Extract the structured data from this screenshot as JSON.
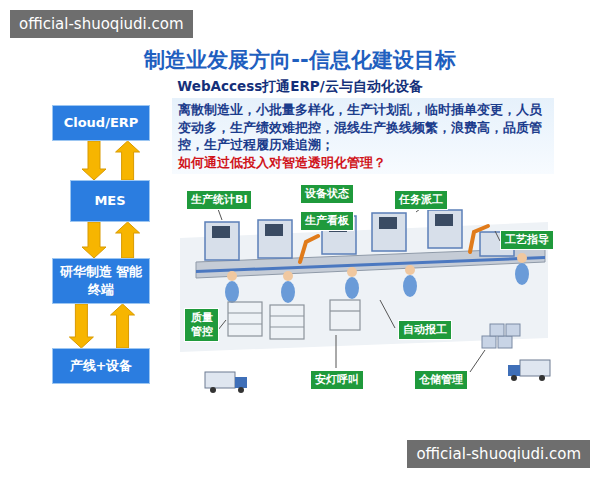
{
  "diagram": {
    "title": "制造业发展方向--信息化建设目标",
    "nodes": [
      {
        "text": [
          "Cloud/ERP"
        ]
      },
      {
        "text": [
          "MES"
        ]
      },
      {
        "text": [
          "研华制造 智能终端"
        ]
      },
      {
        "text": [
          "产线+设备"
        ]
      },
      {
        "text": [
          "离散制造业，小批量多样化，生产计划乱，临时插单变更，人员变动多，生产绩效难把控，混线生产换线频繁，浪费高，品质管控，生产过程履历难追溯；",
          "如何通过低投入对智造透明化管理？"
        ]
      },
      {
        "text": [
          "生产统计BI"
        ]
      },
      {
        "text": [
          "设备状态"
        ]
      },
      {
        "text": [
          "任务派工"
        ]
      },
      {
        "text": [
          "生产看板"
        ]
      },
      {
        "text": [
          "工艺指导"
        ]
      },
      {
        "text": [
          "质量管控"
        ]
      },
      {
        "text": [
          "自动报工"
        ]
      },
      {
        "text": [
          "安灯呼叫"
        ]
      },
      {
        "text": [
          "仓储管理"
        ]
      }
    ],
    "edges": [
      {
        "from": 0,
        "to": 1,
        "arrow": "to"
      },
      {
        "from": 1,
        "to": 0,
        "arrow": "to"
      },
      {
        "from": 1,
        "to": 2,
        "arrow": "to"
      },
      {
        "from": 2,
        "to": 1,
        "arrow": "to"
      },
      {
        "from": 2,
        "to": 3,
        "arrow": "to"
      },
      {
        "from": 3,
        "to": 2,
        "arrow": "to"
      }
    ],
    "labels": [
      "WebAccess打通ERP/云与自动化设备",
      "official-shuoqiudi.com",
      "official-shuoqiudi.com"
    ]
  }
}
